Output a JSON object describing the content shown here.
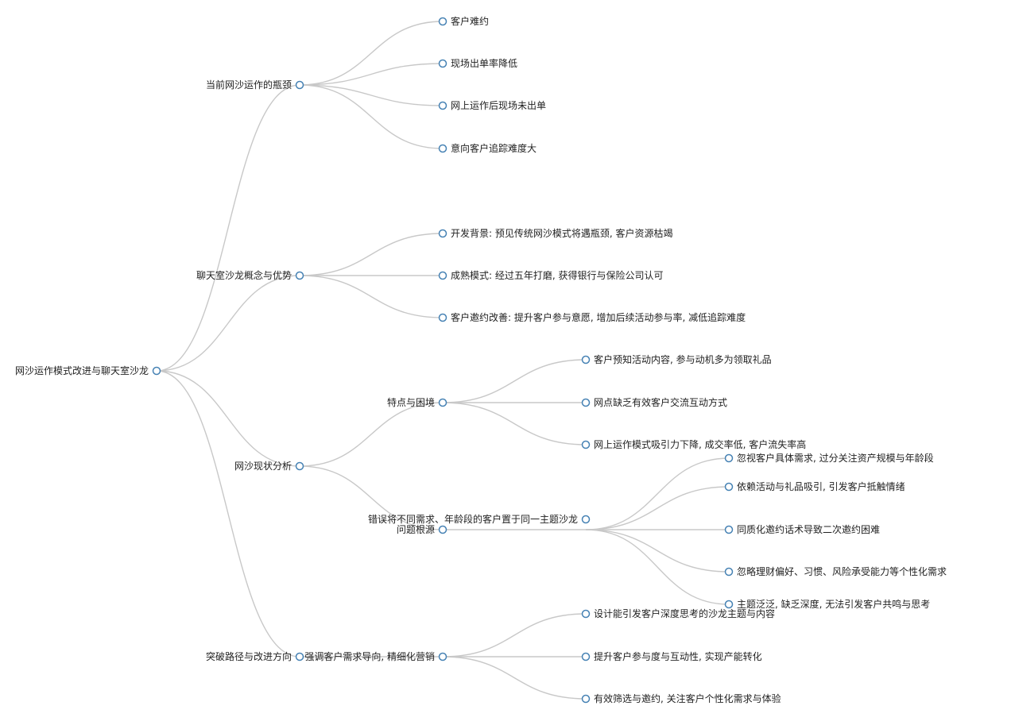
{
  "tree": {
    "label": "网沙运作模式改进与聊天室沙龙",
    "children": [
      {
        "label": "当前网沙运作的瓶颈",
        "children": [
          {
            "label": "客户难约"
          },
          {
            "label": "现场出单率降低"
          },
          {
            "label": "网上运作后现场未出单"
          },
          {
            "label": "意向客户追踪难度大"
          }
        ]
      },
      {
        "label": "聊天室沙龙概念与优势",
        "children": [
          {
            "label": "开发背景: 预见传统网沙模式将遇瓶颈, 客户资源枯竭"
          },
          {
            "label": "成熟模式: 经过五年打磨, 获得银行与保险公司认可"
          },
          {
            "label": "客户邀约改善: 提升客户参与意愿, 增加后续活动参与率, 减低追踪难度"
          }
        ]
      },
      {
        "label": "网沙现状分析",
        "children": [
          {
            "label": "特点与困境",
            "children": [
              {
                "label": "客户预知活动内容, 参与动机多为领取礼品"
              },
              {
                "label": "网点缺乏有效客户交流互动方式"
              },
              {
                "label": "网上运作模式吸引力下降, 成交率低, 客户流失率高"
              }
            ]
          },
          {
            "label": "问题根源",
            "children": [
              {
                "label": "错误将不同需求、年龄段的客户置于同一主题沙龙",
                "children": [
                  {
                    "label": "忽视客户具体需求, 过分关注资产规模与年龄段"
                  },
                  {
                    "label": "依赖活动与礼品吸引, 引发客户抵触情绪"
                  },
                  {
                    "label": "同质化邀约话术导致二次邀约困难"
                  },
                  {
                    "label": "忽略理财偏好、习惯、风险承受能力等个性化需求"
                  },
                  {
                    "label": "主题泛泛, 缺乏深度, 无法引发客户共鸣与思考"
                  }
                ]
              }
            ]
          }
        ]
      },
      {
        "label": "突破路径与改进方向",
        "children": [
          {
            "label": "强调客户需求导向, 精细化营销",
            "children": [
              {
                "label": "设计能引发客户深度思考的沙龙主题与内容"
              },
              {
                "label": "提升客户参与度与互动性, 实现产能转化"
              },
              {
                "label": "有效筛选与邀约, 关注客户个性化需求与体验"
              }
            ]
          }
        ]
      }
    ]
  }
}
